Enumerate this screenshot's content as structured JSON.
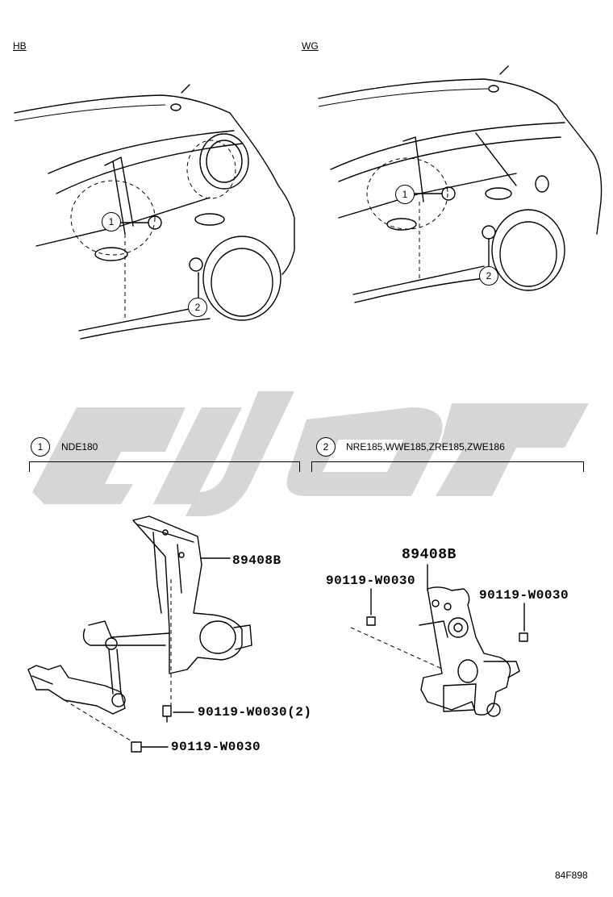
{
  "views": {
    "left_label": "HB",
    "right_label": "WG"
  },
  "callouts": {
    "one": "1",
    "two": "2"
  },
  "sections": [
    {
      "number": "1",
      "models": "NDE180"
    },
    {
      "number": "2",
      "models": "NRE185,WWE185,ZRE185,ZWE186"
    }
  ],
  "parts": {
    "left_sensor": "89408B",
    "left_bolt_pair": "90119-W0030(2)",
    "left_bolt": "90119-W0030",
    "right_sensor": "89408B",
    "right_bolt_left": "90119-W0030",
    "right_bolt_right": "90119-W0030"
  },
  "figure_code": "84F898",
  "colors": {
    "watermark": "#cfcfcf",
    "line": "#000000"
  }
}
